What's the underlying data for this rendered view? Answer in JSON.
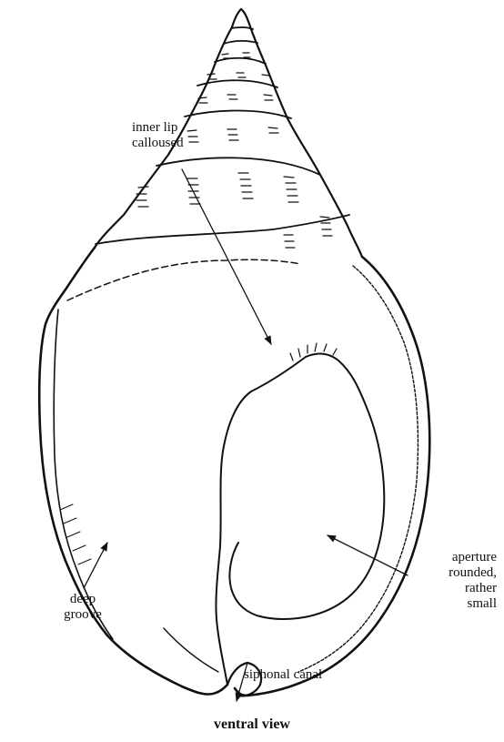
{
  "labels": {
    "inner_lip": [
      "inner lip",
      "calloused"
    ],
    "aperture": [
      "aperture",
      "rounded,",
      "rather",
      "small"
    ],
    "deep_groove": [
      "deep",
      "groove"
    ],
    "siphonal_canal": "siphonal canal"
  },
  "caption": "ventral view",
  "colors": {
    "ink": "#111111",
    "background": "#ffffff"
  }
}
